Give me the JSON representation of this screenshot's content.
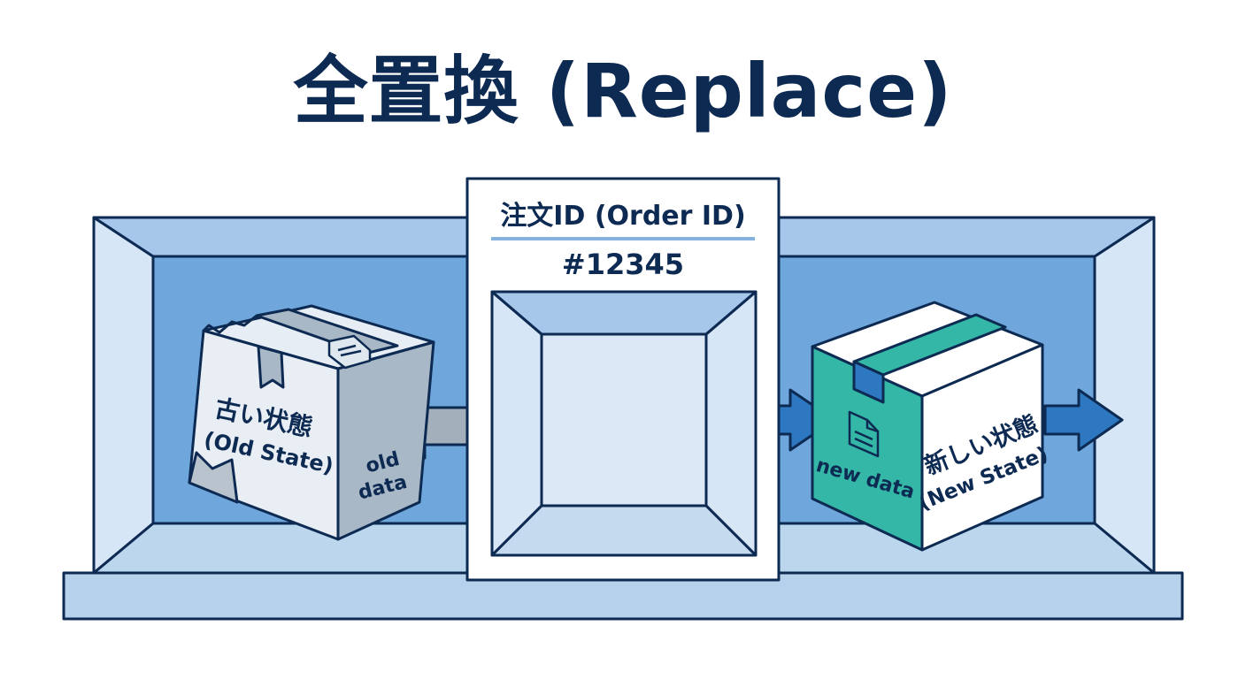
{
  "title": "全置換 (Replace)",
  "order_card": {
    "header": "注文ID (Order ID)",
    "order_number": "#12345"
  },
  "old_box": {
    "label_jp": "古い状態",
    "label_en": "(Old State)",
    "side_text_line1": "old",
    "side_text_line2": "data",
    "icon": "document-icon"
  },
  "new_box": {
    "label_jp": "新しい状態",
    "label_en": "(New State)",
    "front_text": "new data",
    "icon": "document-icon"
  },
  "colors": {
    "navy": "#0d2a52",
    "blue_back": "#6fa6dc",
    "blue_side": "#d6e6f6",
    "blue_floor": "#bcd6ee",
    "teal": "#34b7a7",
    "arrow_blue": "#2d78c0",
    "gray_box": "#a9b8c6"
  }
}
